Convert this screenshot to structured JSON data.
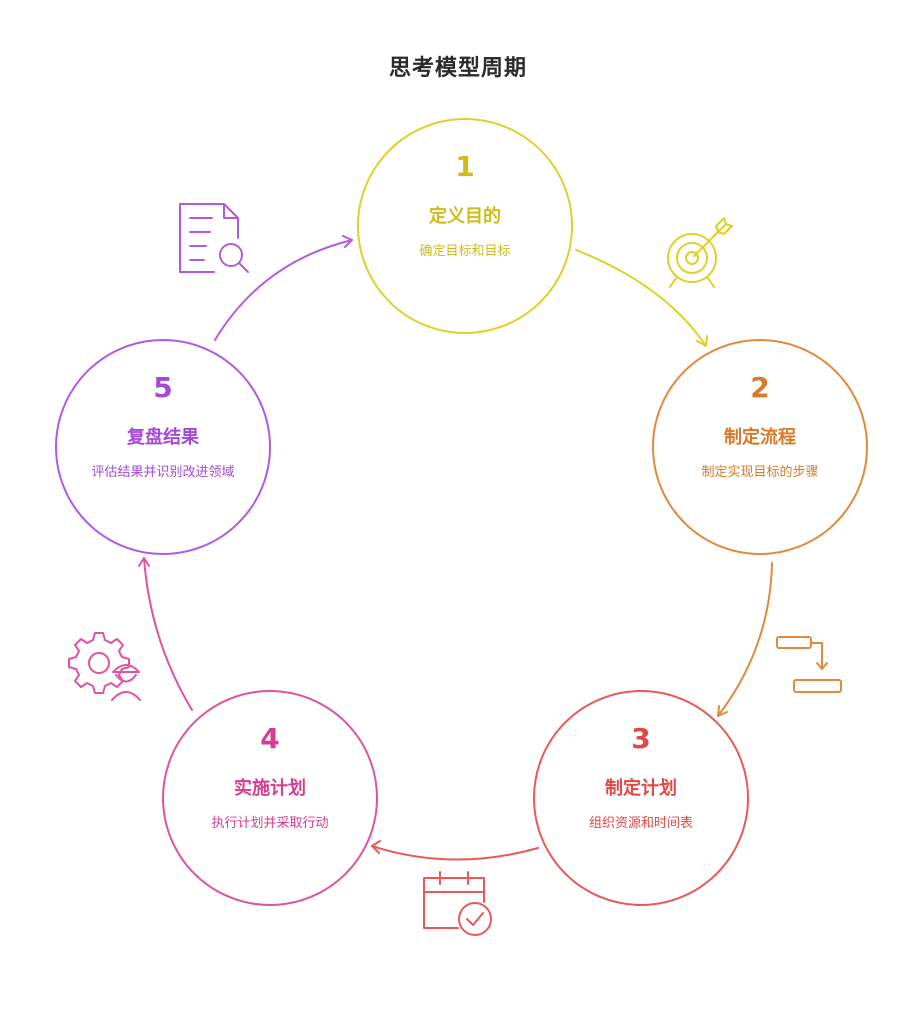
{
  "title": "思考模型周期",
  "steps": [
    {
      "number": "1",
      "name": "定义目的",
      "description": "确定目标和目标",
      "color": "#e0cf2c",
      "icon": "target-arrow-icon"
    },
    {
      "number": "2",
      "name": "制定流程",
      "description": "制定实现目标的步骤",
      "color": "#e18a3d",
      "icon": "process-flow-icon"
    },
    {
      "number": "3",
      "name": "制定计划",
      "description": "组织资源和时间表",
      "color": "#ea5858",
      "icon": "calendar-check-icon"
    },
    {
      "number": "4",
      "name": "实施计划",
      "description": "执行计划并采取行动",
      "color": "#e0539f",
      "icon": "gear-worker-icon"
    },
    {
      "number": "5",
      "name": "复盘结果",
      "description": "评估结果并识别改进领域",
      "color": "#b25be0",
      "icon": "document-search-icon"
    }
  ]
}
